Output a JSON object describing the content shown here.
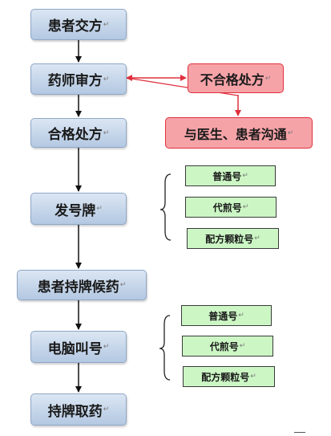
{
  "flow_steps": [
    {
      "label": "患者交方"
    },
    {
      "label": "药师审方"
    },
    {
      "label": "合格处方"
    },
    {
      "label": "发号牌"
    },
    {
      "label": "患者持牌候药"
    },
    {
      "label": "电脑叫号"
    },
    {
      "label": "持牌取药"
    }
  ],
  "rejection": {
    "label": "不合格处方",
    "follow_up": "与医生、患者沟通"
  },
  "ticket_types_1": [
    "普通号",
    "代煎号",
    "配方颗粒号"
  ],
  "ticket_types_2": [
    "普通号",
    "代煎号",
    "配方颗粒号"
  ],
  "paragraph_mark": "↵",
  "colors": {
    "step_fill": "#c6d6ea",
    "reject_fill": "#f6a3a8",
    "reject_arrow": "#e0303d",
    "ticket_fill": "#ccf7c5"
  }
}
